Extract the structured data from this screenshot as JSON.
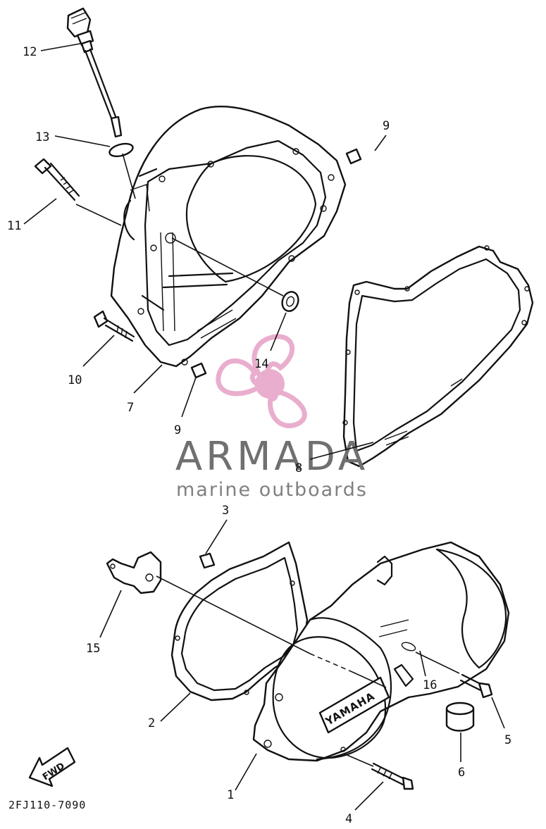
{
  "diagram": {
    "callouts": {
      "c12": "12",
      "c13": "13",
      "c11": "11",
      "c10": "10",
      "c7": "7",
      "c9a": "9",
      "c9b": "9",
      "c14": "14",
      "c8": "8",
      "c3": "3",
      "c15": "15",
      "c2": "2",
      "c16": "16",
      "c5": "5",
      "c6": "6",
      "c1": "1",
      "c4": "4"
    },
    "drawing_code": "2FJ110-7090",
    "fwd_label": "FWD",
    "cover_brand": "YAMAHA"
  },
  "watermark": {
    "title": "ARMADA",
    "subtitle": "marine outboards",
    "logo_color": "#e7a6c8",
    "text_color": "#707070"
  }
}
